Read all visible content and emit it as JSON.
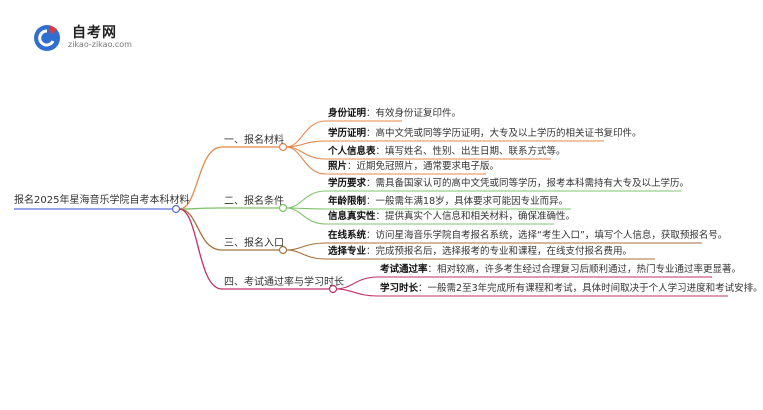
{
  "header": {
    "logo_title": "自考网",
    "logo_url": "zikao-zikao.com"
  },
  "mindmap": {
    "root": "报名2025年星海音乐学院自考本科材料",
    "branches": [
      {
        "label": "一、报名材料",
        "color": "#e0894b",
        "items": [
          {
            "key": "身份证明",
            "text": "有效身份证复印件。"
          },
          {
            "key": "学历证明",
            "text": "高中文凭或同等学历证明，大专及以上学历的相关证书复印件。"
          },
          {
            "key": "个人信息表",
            "text": "填写姓名、性别、出生日期、联系方式等。"
          },
          {
            "key": "照片",
            "text": "近期免冠照片，通常要求电子版。"
          }
        ]
      },
      {
        "label": "二、报名条件",
        "color": "#7dc36b",
        "items": [
          {
            "key": "学历要求",
            "text": "需具备国家认可的高中文凭或同等学历，报考本科需持有大专及以上学历。"
          },
          {
            "key": "年龄限制",
            "text": "一般需年满18岁，具体要求可能因专业而异。"
          },
          {
            "key": "信息真实性",
            "text": "提供真实个人信息和相关材料，确保准确性。"
          }
        ]
      },
      {
        "label": "三、报名入口",
        "color": "#a4733e",
        "items": [
          {
            "key": "在线系统",
            "text": "访问星海音乐学院自考报名系统，选择“考生入口”，填写个人信息，获取预报名号。"
          },
          {
            "key": "选择专业",
            "text": "完成预报名后，选择报考的专业和课程，在线支付报名费用。"
          }
        ]
      },
      {
        "label": "四、考试通过率与学习时长",
        "color": "#c0306a",
        "items": [
          {
            "key": "考试通过率",
            "text": "相对较高，许多考生经过合理复习后顺利通过，热门专业通过率更显著。"
          },
          {
            "key": "学习时长",
            "text": "一般需2至3年完成所有课程和考试，具体时间取决于个人学习进度和考试安排。"
          }
        ]
      }
    ],
    "root_line_color": "#5b6fd6",
    "separator": "："
  }
}
